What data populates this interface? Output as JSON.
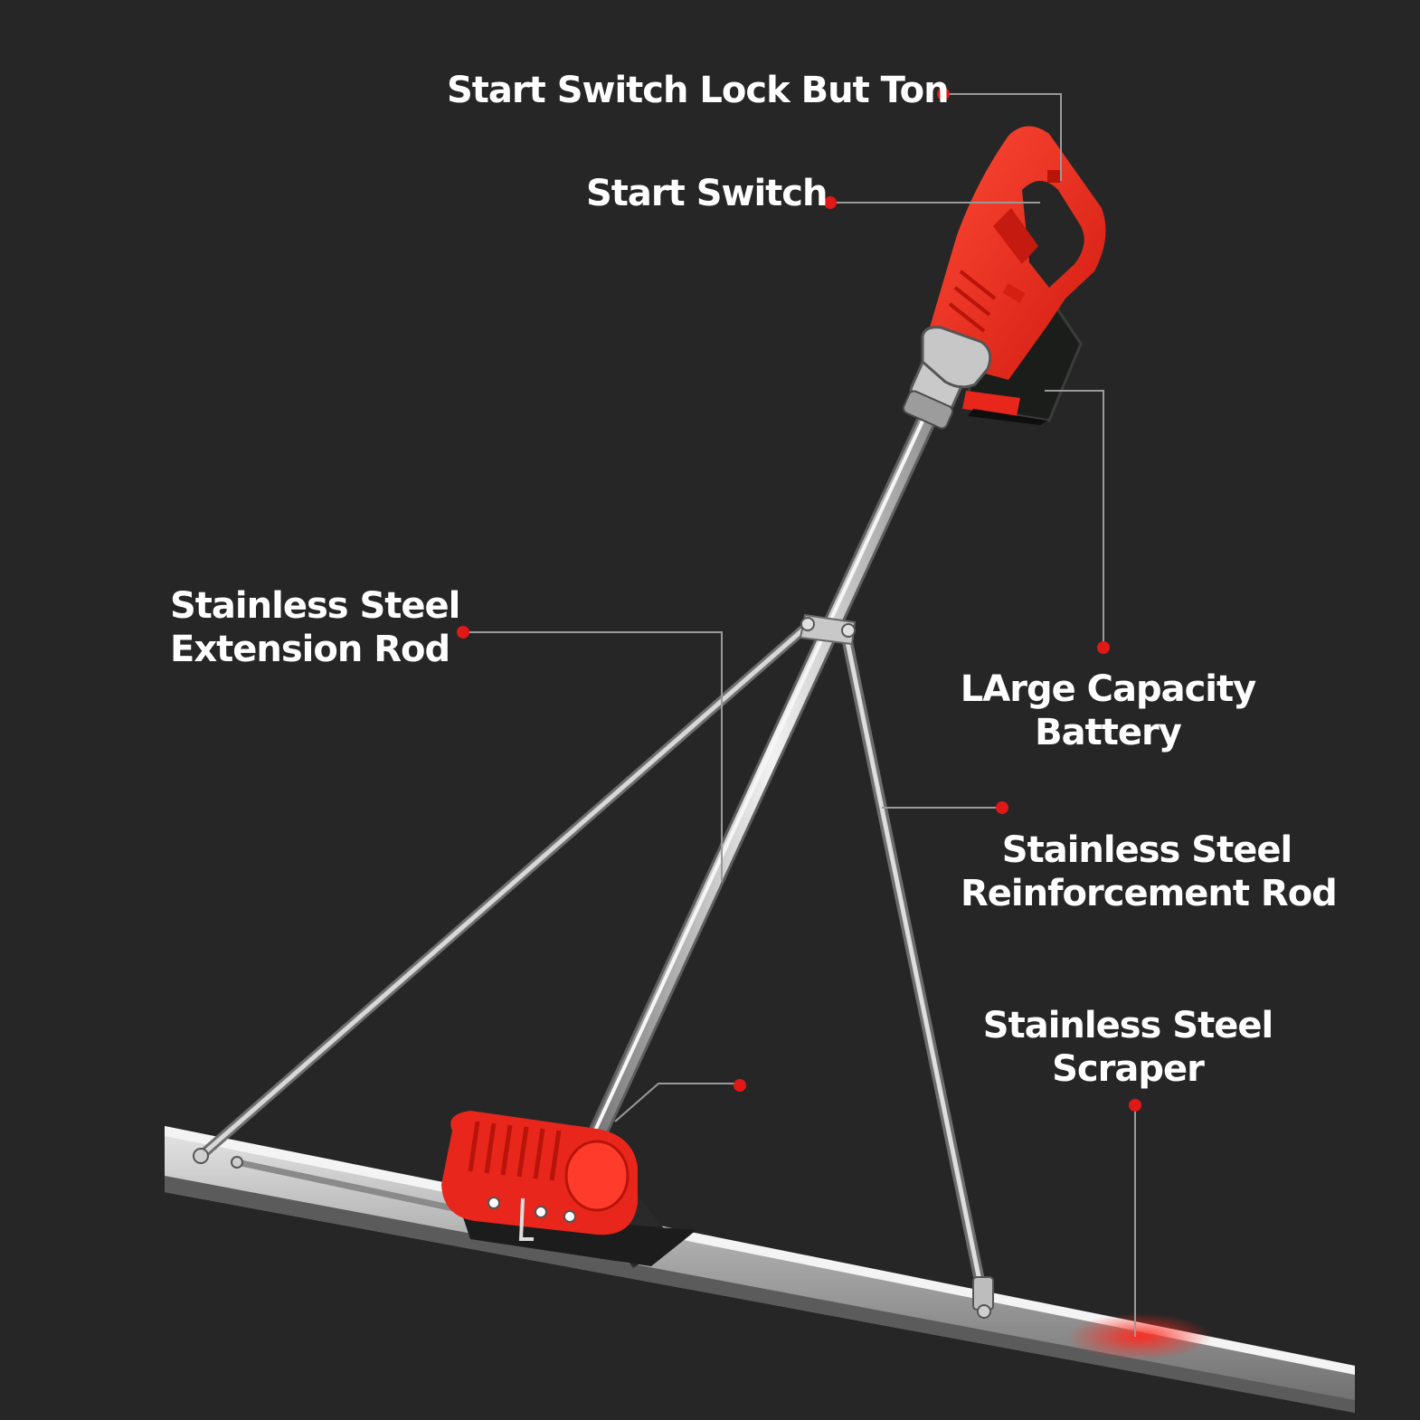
{
  "labels": {
    "start_switch_lock_button": "Start Switch Lock But Ton",
    "start_switch": "Start Switch",
    "extension_rod": {
      "line1": "Stainless Steel",
      "line2": "Extension Rod"
    },
    "battery": {
      "line1": "LArge Capacity",
      "line2": "Battery"
    },
    "reinforcement_rod": {
      "line1": "Stainless Steel",
      "line2": "Reinforcement Rod"
    },
    "scraper": {
      "line1": "Stainless Steel",
      "line2": "Scraper"
    }
  },
  "colors": {
    "background": "#262626",
    "tool_red": "#e8261c",
    "leader_line": "#9a9a9a",
    "marker_dot": "#e01818",
    "text": "#ffffff",
    "steel": "#bfbfbf"
  }
}
